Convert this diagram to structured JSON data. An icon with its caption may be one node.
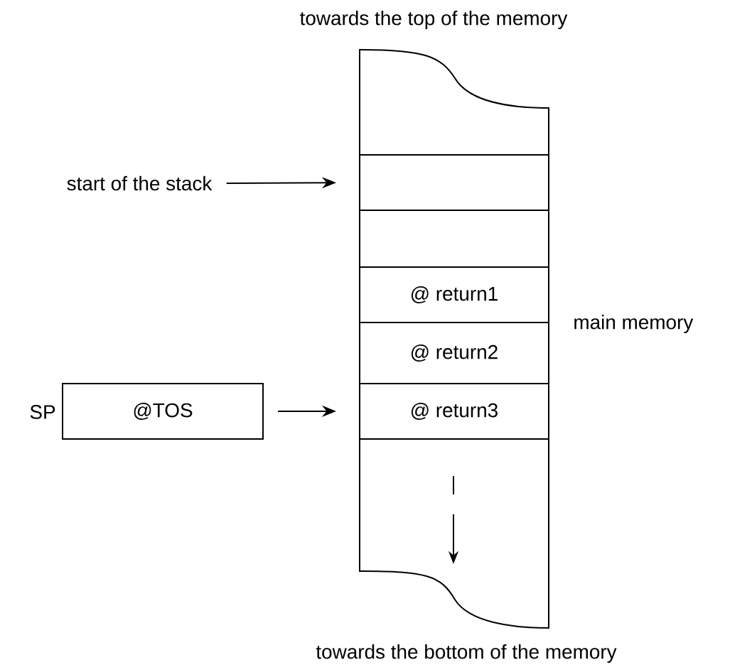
{
  "diagram": {
    "nodes": [
      {
        "text": [],
        "shape": "box",
        "beside": [
          "towards the top of the memory",
          "main memory",
          "towards the bottom of the memory"
        ]
      },
      {
        "text": [],
        "shape": "box",
        "in": 0
      },
      {
        "text": [],
        "shape": "box",
        "in": 0
      },
      {
        "text": [
          "@ return1"
        ],
        "in": 0
      },
      {
        "text": [
          "@ return2"
        ],
        "in": 0
      },
      {
        "text": [
          "@ return3"
        ],
        "in": 0
      },
      {
        "text": [
          "start of the stack"
        ]
      },
      {
        "text": [
          "@TOS"
        ],
        "beside": [
          "SP"
        ]
      }
    ],
    "edges": [
      {
        "from": 6,
        "to": 1,
        "arrow": "to"
      },
      {
        "from": 7,
        "to": 5,
        "arrow": "to"
      }
    ]
  }
}
